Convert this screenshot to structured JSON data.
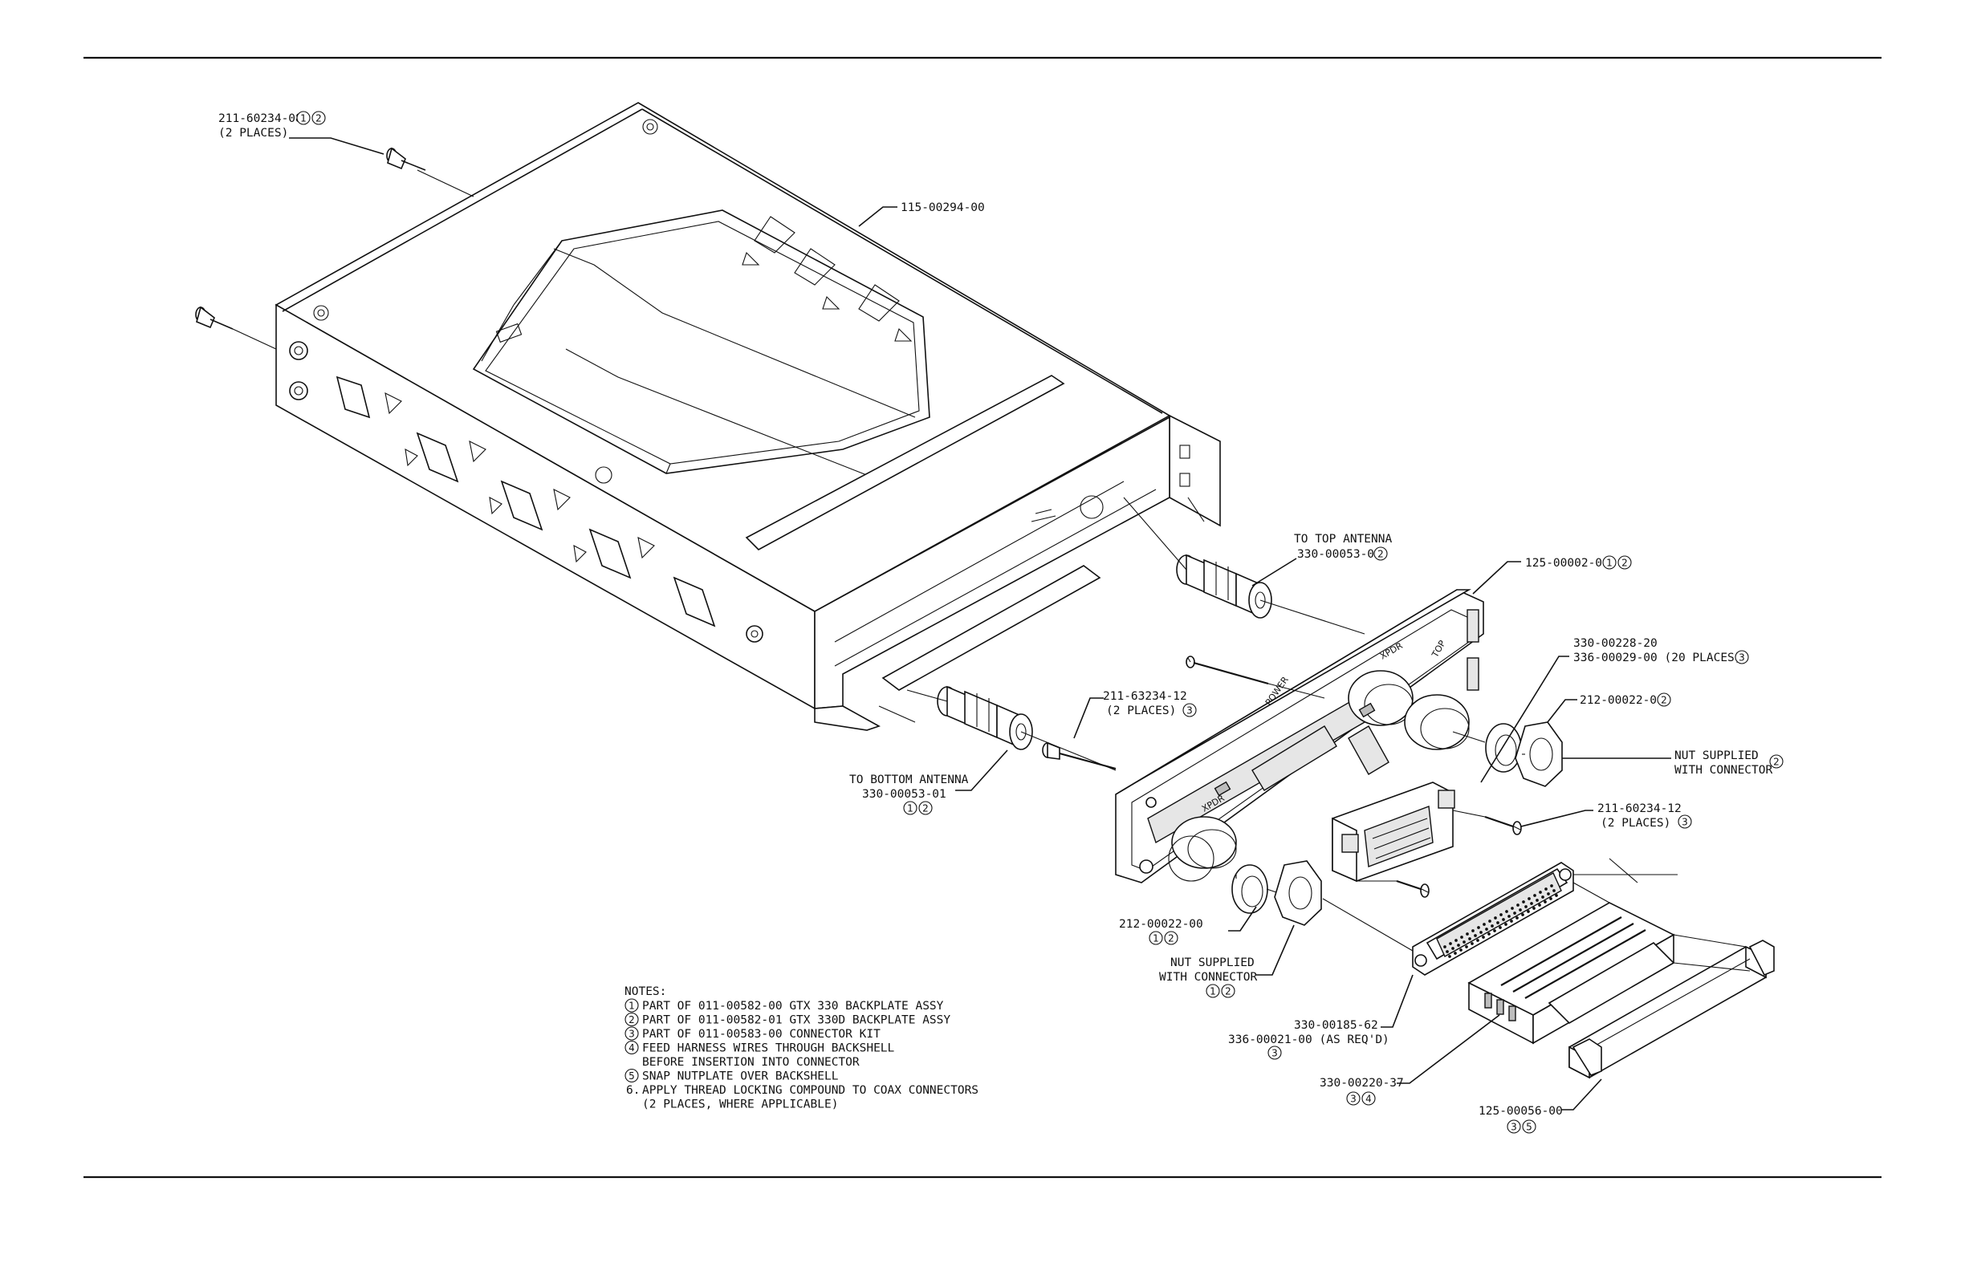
{
  "callouts": {
    "c211_60234_08": {
      "part": "211-60234-08",
      "refs": [
        "1",
        "2"
      ],
      "line2": "(2 PLACES)"
    },
    "c115_00294_00": {
      "part": "115-00294-00"
    },
    "c_top_antenna": {
      "line1": "TO TOP ANTENNA",
      "part": "330-00053-01",
      "refs": [
        "2"
      ]
    },
    "c125_00002_00": {
      "part": "125-00002-00",
      "refs": [
        "1",
        "2"
      ]
    },
    "c330_00228_20": {
      "part": "330-00228-20",
      "line2": "336-00029-00 (20 PLACES)",
      "refs": [
        "3"
      ]
    },
    "c211_63234_12": {
      "part": "211-63234-12",
      "line2": "(2 PLACES)",
      "refs": [
        "3"
      ]
    },
    "c212_00022_00_top": {
      "part": "212-00022-00",
      "refs": [
        "2"
      ]
    },
    "c_nut_top": {
      "line1": "NUT SUPPLIED",
      "line2": "WITH CONNECTOR",
      "refs": [
        "2"
      ]
    },
    "c_bottom_antenna": {
      "line1": "TO BOTTOM ANTENNA",
      "part": "330-00053-01",
      "refs": [
        "1",
        "2"
      ]
    },
    "c211_60234_12": {
      "part": "211-60234-12",
      "line2": "(2 PLACES)",
      "refs": [
        "3"
      ]
    },
    "c212_00022_00_bot": {
      "part": "212-00022-00",
      "refs": [
        "1",
        "2"
      ]
    },
    "c_nut_bot": {
      "line1": "NUT SUPPLIED",
      "line2": "WITH CONNECTOR",
      "refs": [
        "1",
        "2"
      ]
    },
    "c330_00185_62": {
      "part": "330-00185-62",
      "line2": "336-00021-00 (AS REQ'D)",
      "refs": [
        "3"
      ]
    },
    "c330_00220_37": {
      "part": "330-00220-37",
      "refs": [
        "3",
        "4"
      ]
    },
    "c125_00056_00": {
      "part": "125-00056-00",
      "refs": [
        "3",
        "5"
      ]
    }
  },
  "panel_labels": {
    "xpdr": "XPDR",
    "top": "TOP",
    "power": "POWER"
  },
  "notes": {
    "heading": "NOTES:",
    "items": [
      {
        "num": "1",
        "text": "PART OF 011-00582-00 GTX 330 BACKPLATE ASSY"
      },
      {
        "num": "2",
        "text": "PART OF 011-00582-01 GTX 330D BACKPLATE ASSY"
      },
      {
        "num": "3",
        "text": "PART OF 011-00583-00 CONNECTOR KIT"
      },
      {
        "num": "4",
        "text": "FEED HARNESS WIRES THROUGH BACKSHELL",
        "text2": "BEFORE INSERTION INTO CONNECTOR"
      },
      {
        "num": "5",
        "text": "SNAP NUTPLATE OVER BACKSHELL"
      },
      {
        "num": "6",
        "text": "APPLY THREAD LOCKING COMPOUND TO COAX CONNECTORS",
        "text2": "(2 PLACES, WHERE APPLICABLE)"
      }
    ]
  }
}
